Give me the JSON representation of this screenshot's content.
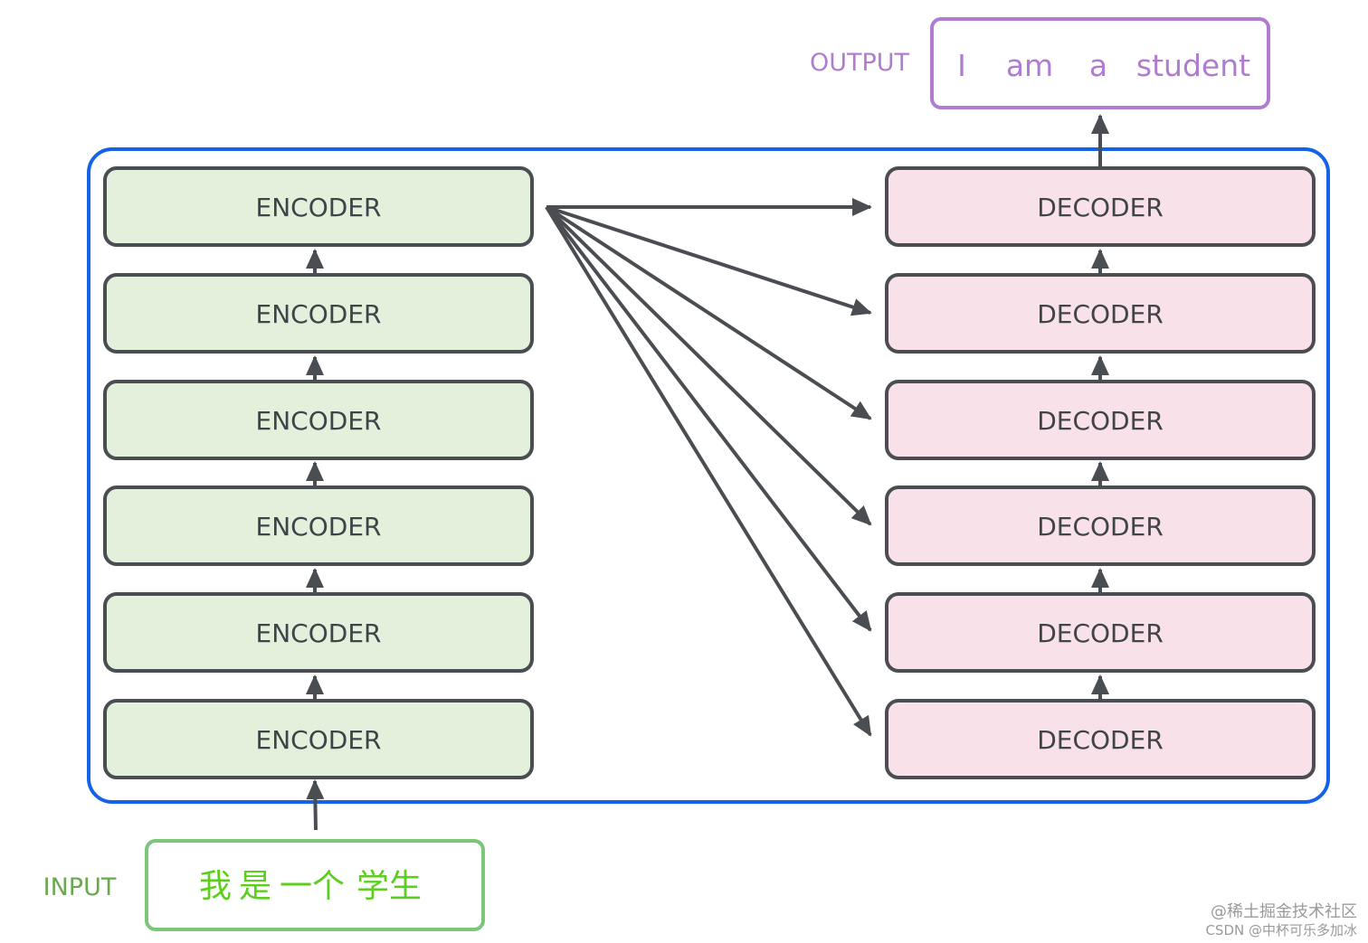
{
  "output": {
    "label": "OUTPUT",
    "tokens": [
      "I",
      "am",
      "a",
      "student"
    ]
  },
  "input": {
    "label": "INPUT",
    "tokens": [
      "我",
      "是",
      "一个",
      "学生"
    ]
  },
  "encoder_stack": {
    "layers": [
      "ENCODER",
      "ENCODER",
      "ENCODER",
      "ENCODER",
      "ENCODER",
      "ENCODER"
    ]
  },
  "decoder_stack": {
    "layers": [
      "DECODER",
      "DECODER",
      "DECODER",
      "DECODER",
      "DECODER",
      "DECODER"
    ]
  },
  "colors": {
    "encoder_fill": "#e2f0dc",
    "decoder_fill": "#f9e1ea",
    "box_stroke": "#4a4d51",
    "container_stroke": "#1463e6",
    "input_color": "#6aa84f",
    "input_text_color": "#5ccf1e",
    "output_color": "#b07cd0",
    "arrow_color": "#4a4d51",
    "text_color": "#3f4449",
    "watermark_color": "#9a9a9a"
  },
  "watermark": {
    "line1": "@稀土掘金技术社区",
    "line2": "CSDN @中杯可乐多加冰"
  }
}
